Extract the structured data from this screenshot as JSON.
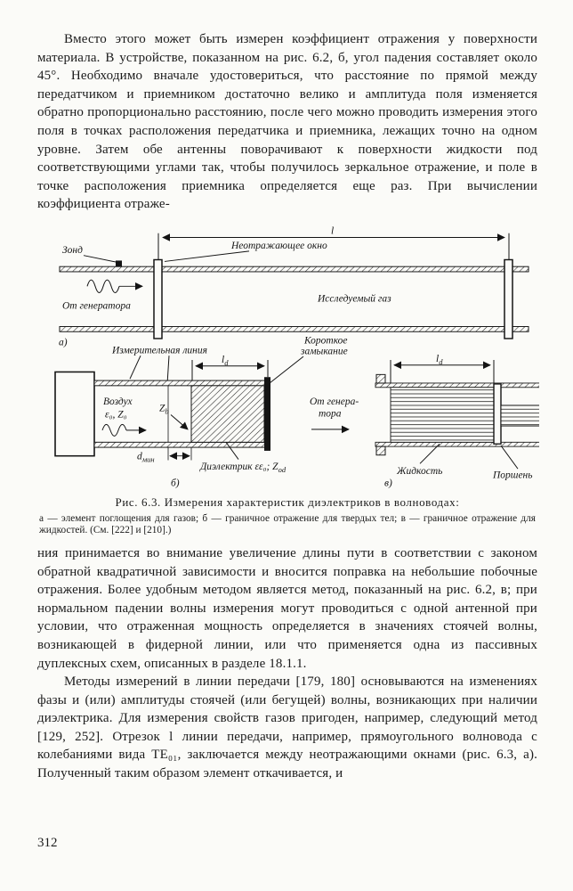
{
  "page": {
    "number": "312",
    "paper_color": "#fbfbf8",
    "ink_color": "#1b1b1b"
  },
  "text": {
    "p1": "Вместо этого может быть измерен коэффициент отражения у поверхности материала. В устройстве, показанном на рис. 6.2, б, угол падения составляет около 45°. Необходимо вначале удостовериться, что расстояние по прямой между передатчиком и приемником достаточно велико и амплитуда поля изменяется обратно пропорционально расстоянию, после чего можно проводить измерения этого поля в точках расположения передатчика и приемника, лежащих точно на одном уровне. Затем обе антенны поворачивают к поверхности жидкости под соответствующими углами так, чтобы получилось зеркальное отражение, и поле в точке расположения приемника определяется еще раз. При вычислении коэффициента отраже-",
    "p2": "ния принимается во внимание увеличение длины пути в соответствии с законом обратной квадратичной зависимости и вносится поправка на небольшие побочные отражения. Более удобным методом является метод, показанный на рис. 6.2, в; при нормальном падении волны измерения могут проводиться с одной антенной при условии, что отраженная мощность определяется в значениях стоячей волны, возникающей в фидерной линии, или что применяется одна из пассивных дуплексных схем, описанных в разделе 18.1.1.",
    "p3": "Методы измерений в линии передачи [179, 180] основываются на изменениях фазы и (или) амплитуды стоячей (или бегущей) волны, возникающих при наличии диэлектрика. Для измерения свойств газов пригоден, например, следующий метод [129, 252]. Отрезок l линии передачи, например, прямоугольного волновода с колебаниями вида TE₀₁, заключается между неотражающими окнами (рис. 6.3, а). Полученный таким образом элемент откачивается, и"
  },
  "figure": {
    "caption_title": "Рис. 6.3. Измерения характеристик диэлектриков в волноводах:",
    "caption_body": "а — элемент поглощения для газов; б — граничное отражение для твердых тел; в — граничное отражение для жидкостей. (См. [222] и [210].)",
    "labels": {
      "probe": "Зонд",
      "window": "Неотражающее окно",
      "length": "l",
      "from_generator": "От генератора",
      "gas": "Исследуемый газ",
      "part_a": "а)",
      "measuring_line": "Измерительная линия",
      "short_circuit_1": "Короткое",
      "short_circuit_2": "замыкание",
      "air": "Воздух",
      "air_params": "ε₀, Z₀",
      "zb_main": "Z",
      "zb_sub": "b",
      "ld_main": "l",
      "ld_sub": "d",
      "dmin_main": "d",
      "dmin_sub": "мин",
      "dielectric_main": "Диэлектрик εε₀; Z",
      "dielectric_sub": "od",
      "part_b": "б)",
      "from_generator_v1": "От генера-",
      "from_generator_v2": "тора",
      "liquid": "Жидкость",
      "piston": "Поршень",
      "part_v": "в)"
    }
  }
}
